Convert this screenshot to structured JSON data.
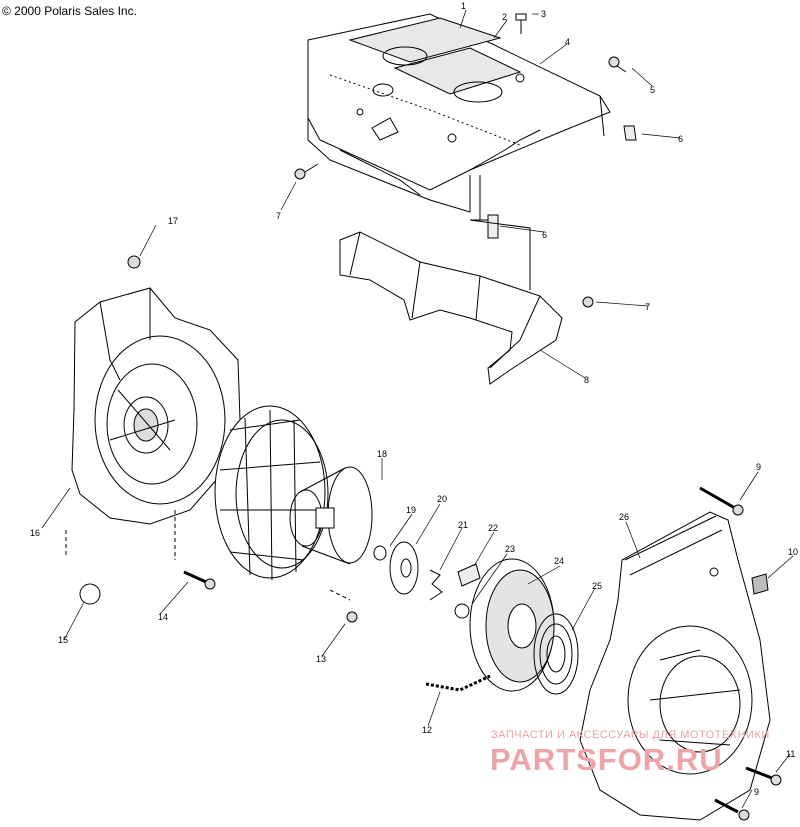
{
  "copyright": "© 2000 Polaris Sales Inc.",
  "watermark": {
    "line1": "ЗАПЧАСТИ И АКСЕССУАРЫ ДЛЯ МОТОТЕХНИКИ",
    "line2": "PARTSFOR.RU",
    "color": "#eca4a8"
  },
  "callouts": [
    {
      "id": "c1",
      "text": "1"
    },
    {
      "id": "c2",
      "text": "2"
    },
    {
      "id": "c3",
      "text": "3"
    },
    {
      "id": "c4",
      "text": "4"
    },
    {
      "id": "c5",
      "text": "5"
    },
    {
      "id": "c6a",
      "text": "6"
    },
    {
      "id": "c7a",
      "text": "7"
    },
    {
      "id": "c17",
      "text": "17"
    },
    {
      "id": "c6b",
      "text": "6"
    },
    {
      "id": "c7b",
      "text": "7"
    },
    {
      "id": "c8",
      "text": "8"
    },
    {
      "id": "c18",
      "text": "18"
    },
    {
      "id": "c16",
      "text": "16"
    },
    {
      "id": "c20",
      "text": "20"
    },
    {
      "id": "c19",
      "text": "19"
    },
    {
      "id": "c21",
      "text": "21"
    },
    {
      "id": "c22",
      "text": "22"
    },
    {
      "id": "c23",
      "text": "23"
    },
    {
      "id": "c24",
      "text": "24"
    },
    {
      "id": "c9a",
      "text": "9"
    },
    {
      "id": "c26",
      "text": "26"
    },
    {
      "id": "c10",
      "text": "10"
    },
    {
      "id": "c25",
      "text": "25"
    },
    {
      "id": "c14",
      "text": "14"
    },
    {
      "id": "c15",
      "text": "15"
    },
    {
      "id": "c13",
      "text": "13"
    },
    {
      "id": "c12",
      "text": "12"
    },
    {
      "id": "c11",
      "text": "11"
    },
    {
      "id": "c9b",
      "text": "9"
    }
  ]
}
